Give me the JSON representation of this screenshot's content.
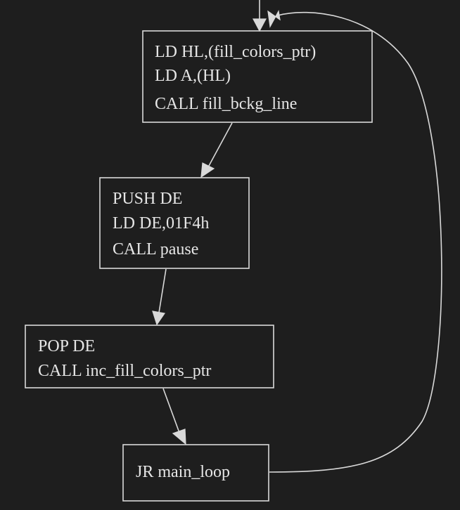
{
  "colors": {
    "background": "#1e1e1e",
    "stroke": "#d9d9d9",
    "text": "#e6e6e6"
  },
  "nodes": [
    {
      "id": "block-load-fill",
      "lines": [
        "LD HL,(fill_colors_ptr)",
        "LD A,(HL)",
        "CALL fill_bckg_line"
      ]
    },
    {
      "id": "block-pause",
      "lines": [
        "PUSH DE",
        "LD DE,01F4h",
        "CALL pause"
      ]
    },
    {
      "id": "block-inc-ptr",
      "lines": [
        "POP DE",
        "CALL inc_fill_colors_ptr"
      ]
    },
    {
      "id": "block-loop",
      "lines": [
        "JR main_loop"
      ]
    }
  ],
  "edges": [
    {
      "from": "entry",
      "to": "block-load-fill"
    },
    {
      "from": "block-load-fill",
      "to": "block-pause"
    },
    {
      "from": "block-pause",
      "to": "block-inc-ptr"
    },
    {
      "from": "block-inc-ptr",
      "to": "block-loop"
    },
    {
      "from": "block-loop",
      "to": "block-load-fill"
    }
  ]
}
